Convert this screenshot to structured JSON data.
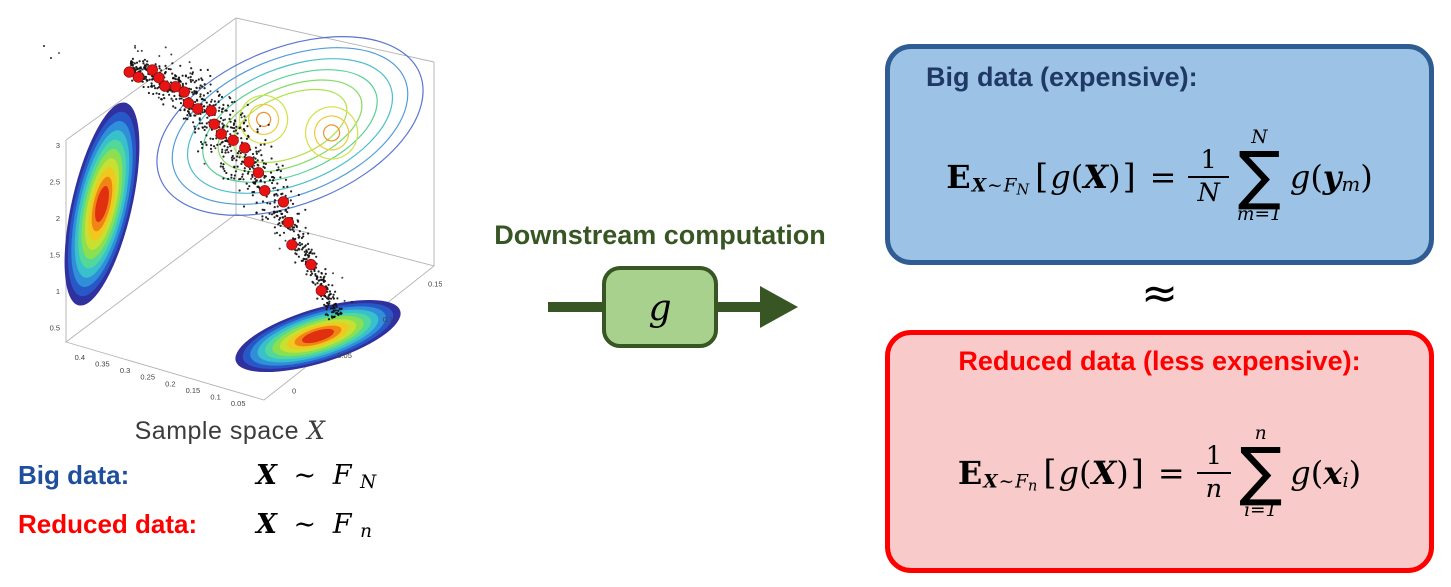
{
  "colors": {
    "blue_fill": "#9cc3e6",
    "blue_border": "#2e5c93",
    "blue_title": "#1f3864",
    "red": "#ff0000",
    "red_fill": "#f8caca",
    "green_dark": "#375623",
    "green_fill": "#a9d18e",
    "legend_blue": "#1f4e9c",
    "red_dot": "#e81313"
  },
  "plot": {
    "caption_prefix": "Sample space",
    "caption_symbol": "X",
    "zticks": [
      "3",
      "2.5",
      "2",
      "1.5",
      "1",
      "0.5"
    ],
    "xticks": [
      "0.4",
      "0.35",
      "0.3",
      "0.25",
      "0.2",
      "0.15",
      "0.1",
      "0.05"
    ],
    "yticks": [
      "0",
      "0.05",
      "0.1",
      "0.15"
    ]
  },
  "legend": {
    "big": {
      "label": "Big data:",
      "var": "X",
      "sim": "∼",
      "dist": "F",
      "sub": "N"
    },
    "reduced": {
      "label": "Reduced data:",
      "var": "X",
      "sim": "∼",
      "dist": "F",
      "sub": "n"
    }
  },
  "middle": {
    "title": "Downstream computation",
    "g": "g"
  },
  "right": {
    "approx": "≈",
    "big": {
      "title": "Big data (expensive):",
      "formula": {
        "E": "E",
        "sub_var": "X",
        "sub_sim": "∼",
        "sub_dist": "F",
        "sub_sub": "N",
        "lb": "[",
        "g1": "g",
        "lp1": "(",
        "var": "X",
        "rp1": ")",
        "rb": "]",
        "eq": "=",
        "num": "1",
        "den": "N",
        "sigma": "∑",
        "lim_top": "N",
        "lim_bot": "m=1",
        "g2": "g",
        "lp2": "(",
        "arg": "y",
        "arg_sub": "m",
        "rp2": ")"
      }
    },
    "reduced": {
      "title": "Reduced data (less expensive):",
      "formula": {
        "E": "E",
        "sub_var": "X",
        "sub_sim": "∼",
        "sub_dist": "F",
        "sub_sub": "n",
        "lb": "[",
        "g1": "g",
        "lp1": "(",
        "var": "X",
        "rp1": ")",
        "rb": "]",
        "eq": "=",
        "num": "1",
        "den": "n",
        "sigma": "∑",
        "lim_top": "n",
        "lim_bot": "i=1",
        "g2": "g",
        "lp2": "(",
        "arg": "x",
        "arg_sub": "i",
        "rp2": ")"
      }
    }
  }
}
